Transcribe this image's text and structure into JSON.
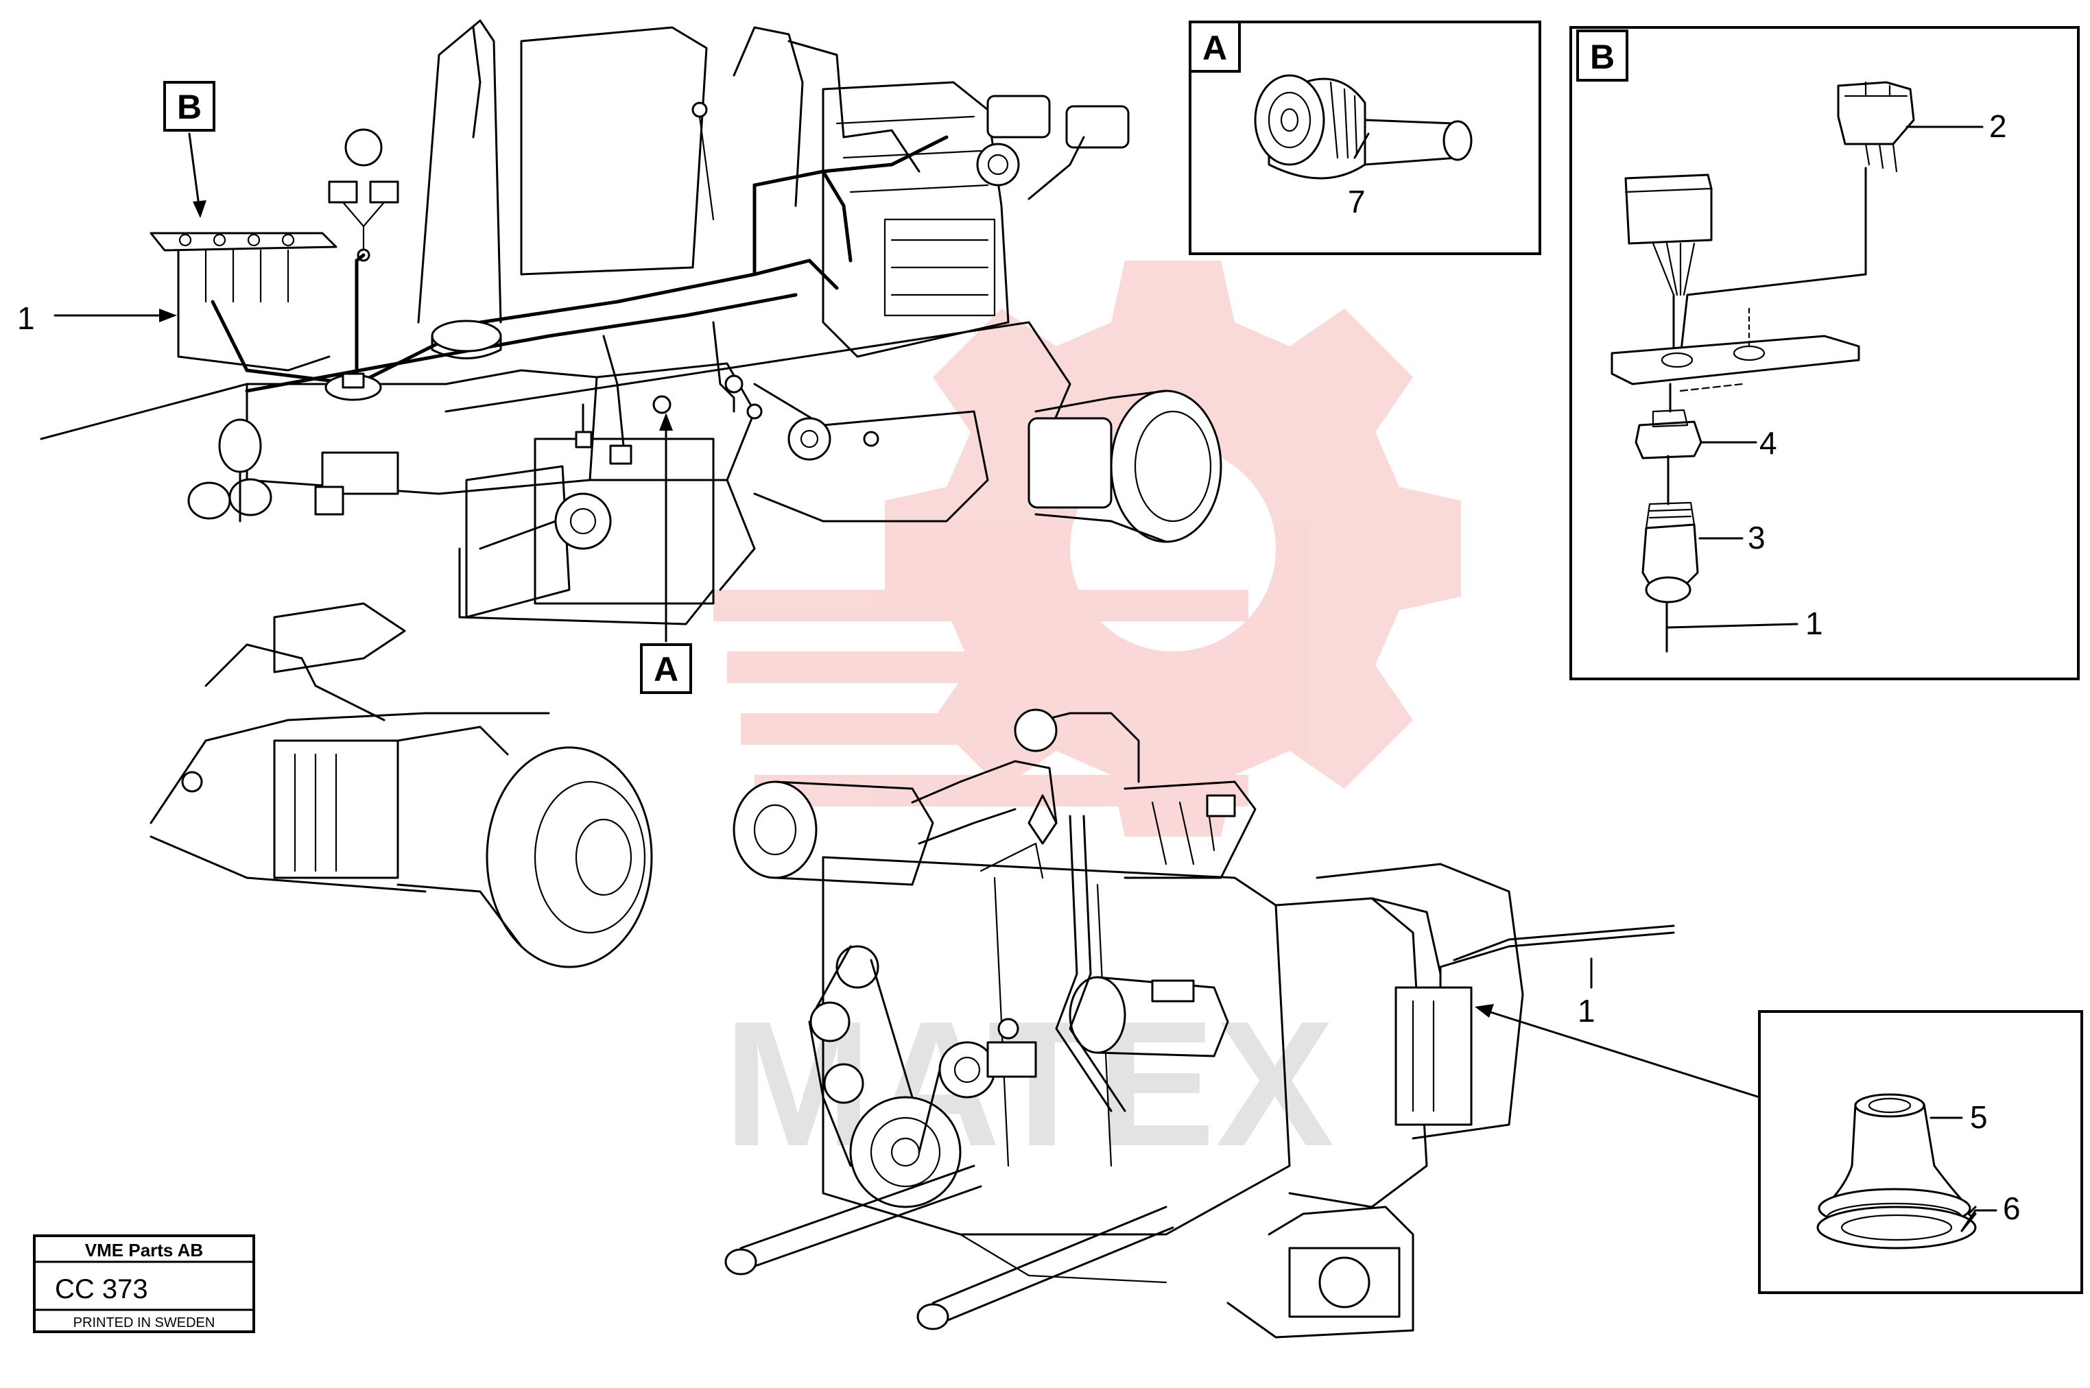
{
  "detail_tags": {
    "a": "A",
    "b": "B"
  },
  "callouts": {
    "n1_left": "1",
    "n1_detail_b": "1",
    "n1_lower": "1",
    "n2": "2",
    "n3": "3",
    "n4": "4",
    "n5": "5",
    "n6": "6",
    "n7": "7"
  },
  "title_block": {
    "company": "VME Parts AB",
    "code": "CC 373",
    "printed": "PRINTED IN SWEDEN"
  },
  "watermark": {
    "text": "MATEX",
    "color": "#f4b3b3"
  }
}
